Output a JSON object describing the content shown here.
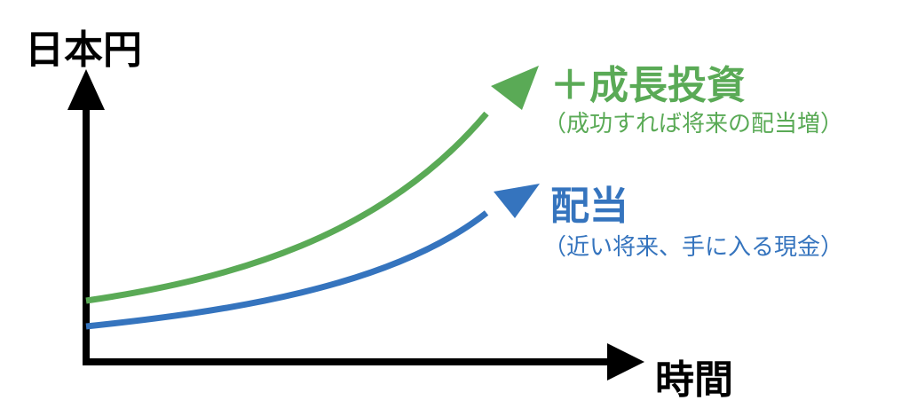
{
  "axes": {
    "y_label": "日本円",
    "x_label": "時間"
  },
  "series": [
    {
      "label": "＋成長投資",
      "note": "（成功すれば将来の配当増）"
    },
    {
      "label": "配当",
      "note": "（近い将来、手に入る現金）"
    }
  ],
  "colors": {
    "axis": "#000000",
    "growth": "#5aaa56",
    "dividend": "#3574be"
  }
}
